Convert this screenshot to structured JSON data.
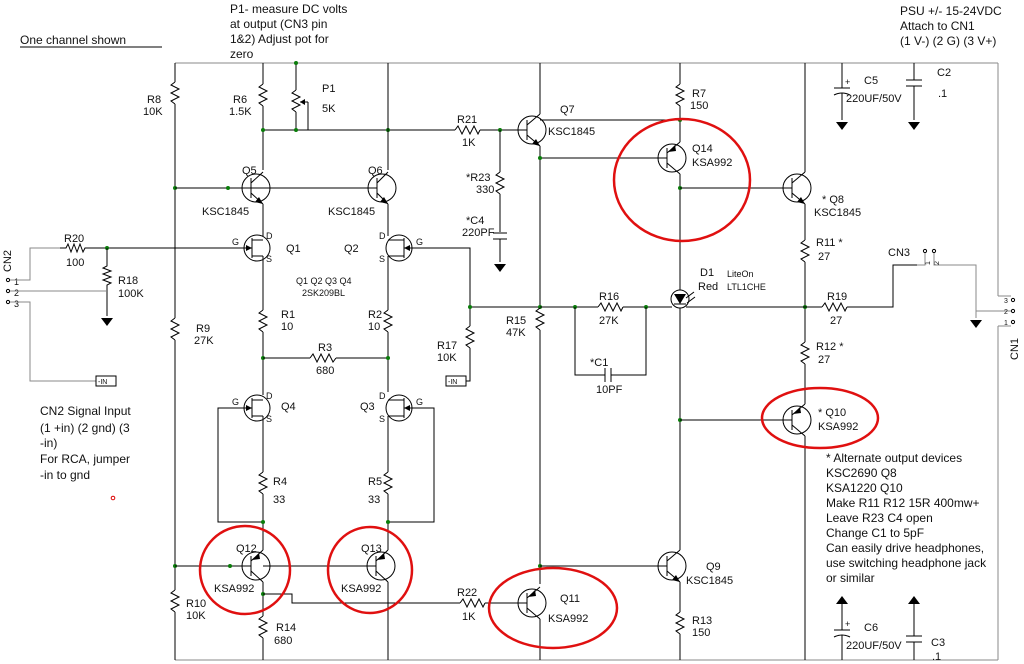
{
  "notes": {
    "title": "One channel shown",
    "p1_note": [
      "P1- measure DC volts",
      "at output (CN3 pin",
      "1&2) Adjust pot for",
      "zero"
    ],
    "psu_note": [
      "PSU +/- 15-24VDC",
      "Attach to CN1",
      "(1 V-) (2 G) (3 V+)"
    ],
    "cn2_note": [
      "CN2 Signal Input",
      "(1 +in) (2 gnd) (3",
      "-in)",
      "For RCA, jumper",
      "-in to gnd"
    ],
    "alt_note": [
      "* Alternate output devices",
      "KSC2690 Q8",
      "KSA1220 Q10",
      "Make R11 R12 15R 400mw+",
      "Leave R23 C4 open",
      "Change C1 to 5pF",
      "Can easily drive headphones,",
      "use switching headphone jack",
      "or similar"
    ],
    "jfet_note": [
      "Q1 Q2 Q3 Q4",
      "2SK209BL"
    ]
  },
  "labels": {
    "R8": "R8",
    "R8v": "10K",
    "R6": "R6",
    "R6v": "1.5K",
    "P1": "P1",
    "P1v": "5K",
    "R21": "R21",
    "R21v": "1K",
    "Q7": "Q7",
    "Q7v": "KSC1845",
    "R7": "R7",
    "R7v": "150",
    "C5": "C5",
    "C5v": "220UF/50V",
    "C2": "C2",
    "C2v": ".1",
    "Q5": "Q5",
    "Q5v": "KSC1845",
    "Q6": "Q6",
    "Q6v": "KSC1845",
    "R23": "*R23",
    "R23v": "330",
    "C4": "*C4",
    "C4v": "220PF",
    "Q14": "Q14",
    "Q14v": "KSA992",
    "Q8": "* Q8",
    "Q8v": "KSC1845",
    "R11": "R11 *",
    "R11v": "27",
    "CN3": "CN3",
    "CN2": "CN2",
    "R20": "R20",
    "R20v": "100",
    "R18": "R18",
    "R18v": "100K",
    "Q1": "Q1",
    "Q2": "Q2",
    "D1": "D1",
    "D1a": "LiteOn",
    "D1b": "Red",
    "D1c": "LTL1CHE",
    "R1": "R1",
    "R1v": "10",
    "R2": "R2",
    "R2v": "10",
    "R9": "R9",
    "R9v": "27K",
    "R17": "R17",
    "R17v": "10K",
    "R15": "R15",
    "R15v": "47K",
    "R16": "R16",
    "R16v": "27K",
    "R19": "R19",
    "R19v": "27",
    "CN1": "CN1",
    "R3": "R3",
    "R3v": "680",
    "C1": "*C1",
    "C1v": "10PF",
    "R12": "R12 *",
    "R12v": "27",
    "Q4": "Q4",
    "Q3": "Q3",
    "Q10": "* Q10",
    "Q10v": "KSA992",
    "R4": "R4",
    "R4v": "33",
    "R5": "R5",
    "R5v": "33",
    "Q12": "Q12",
    "Q12v": "KSA992",
    "Q13": "Q13",
    "Q13v": "KSA992",
    "Q9": "Q9",
    "Q9v": "KSC1845",
    "R22": "R22",
    "R22v": "1K",
    "Q11": "Q11",
    "Q11v": "KSA992",
    "R10": "R10",
    "R10v": "10K",
    "R14": "R14",
    "R14v": "680",
    "R13": "R13",
    "R13v": "150",
    "C6": "C6",
    "C6v": "220UF/50V",
    "C3": "C3",
    "C3v": ".1",
    "minus_in": "-IN",
    "pin_g": "G",
    "pin_d": "D",
    "pin_s": "S",
    "pin1": "1",
    "pin2": "2",
    "pin3": "3"
  }
}
